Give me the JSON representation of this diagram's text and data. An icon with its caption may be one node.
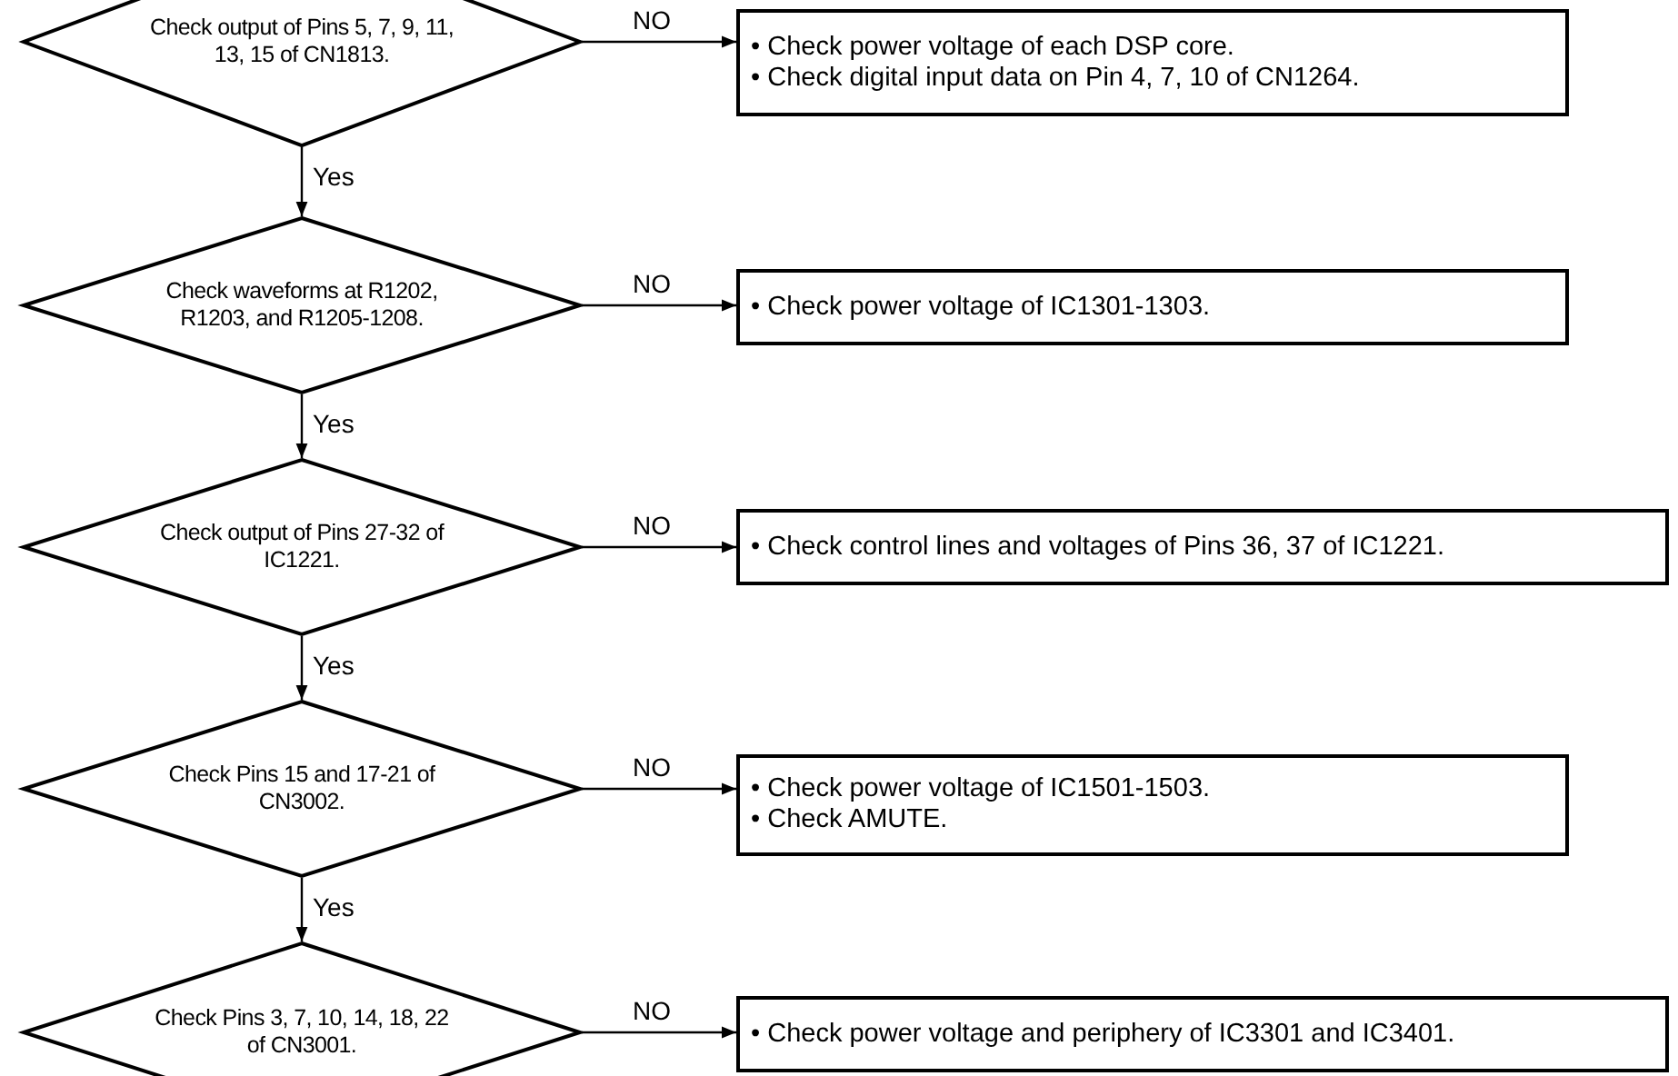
{
  "diagram": {
    "nodes": [
      {
        "text": [
          "Check output of Pins 5, 7, 9, 11, 13, 15 of CN1813."
        ]
      },
      {
        "text": [
          "• Check power voltage of each DSP core.",
          "• Check digital input data on Pin 4, 7, 10 of CN1264."
        ]
      },
      {
        "text": [
          "Check waveforms at R1202, R1203, and R1205-1208."
        ]
      },
      {
        "text": [
          "• Check power voltage of IC1301-1303."
        ]
      },
      {
        "text": [
          "Check output of Pins 27-32 of IC1221."
        ]
      },
      {
        "text": [
          "• Check control lines and voltages of Pins 36, 37 of IC1221."
        ]
      },
      {
        "text": [
          "Check Pins 15 and 17-21 of CN3002."
        ]
      },
      {
        "text": [
          "• Check power voltage of IC1501-1503.",
          "• Check AMUTE."
        ]
      },
      {
        "text": [
          "Check Pins 3, 7, 10, 14, 18, 22 of CN3001."
        ]
      },
      {
        "text": [
          "• Check power voltage and periphery of IC3301 and IC3401."
        ]
      }
    ],
    "edges": [
      {
        "from": 0,
        "to": 1,
        "arrow": "to",
        "label": "NO"
      },
      {
        "from": 0,
        "to": 2,
        "arrow": "to",
        "label": "Yes"
      },
      {
        "from": 2,
        "to": 3,
        "arrow": "to",
        "label": "NO"
      },
      {
        "from": 2,
        "to": 4,
        "arrow": "to",
        "label": "Yes"
      },
      {
        "from": 4,
        "to": 5,
        "arrow": "to",
        "label": "NO"
      },
      {
        "from": 4,
        "to": 6,
        "arrow": "to",
        "label": "Yes"
      },
      {
        "from": 6,
        "to": 7,
        "arrow": "to",
        "label": "NO"
      },
      {
        "from": 6,
        "to": 8,
        "arrow": "to",
        "label": "Yes"
      },
      {
        "from": 8,
        "to": 9,
        "arrow": "to",
        "label": "NO"
      }
    ]
  }
}
